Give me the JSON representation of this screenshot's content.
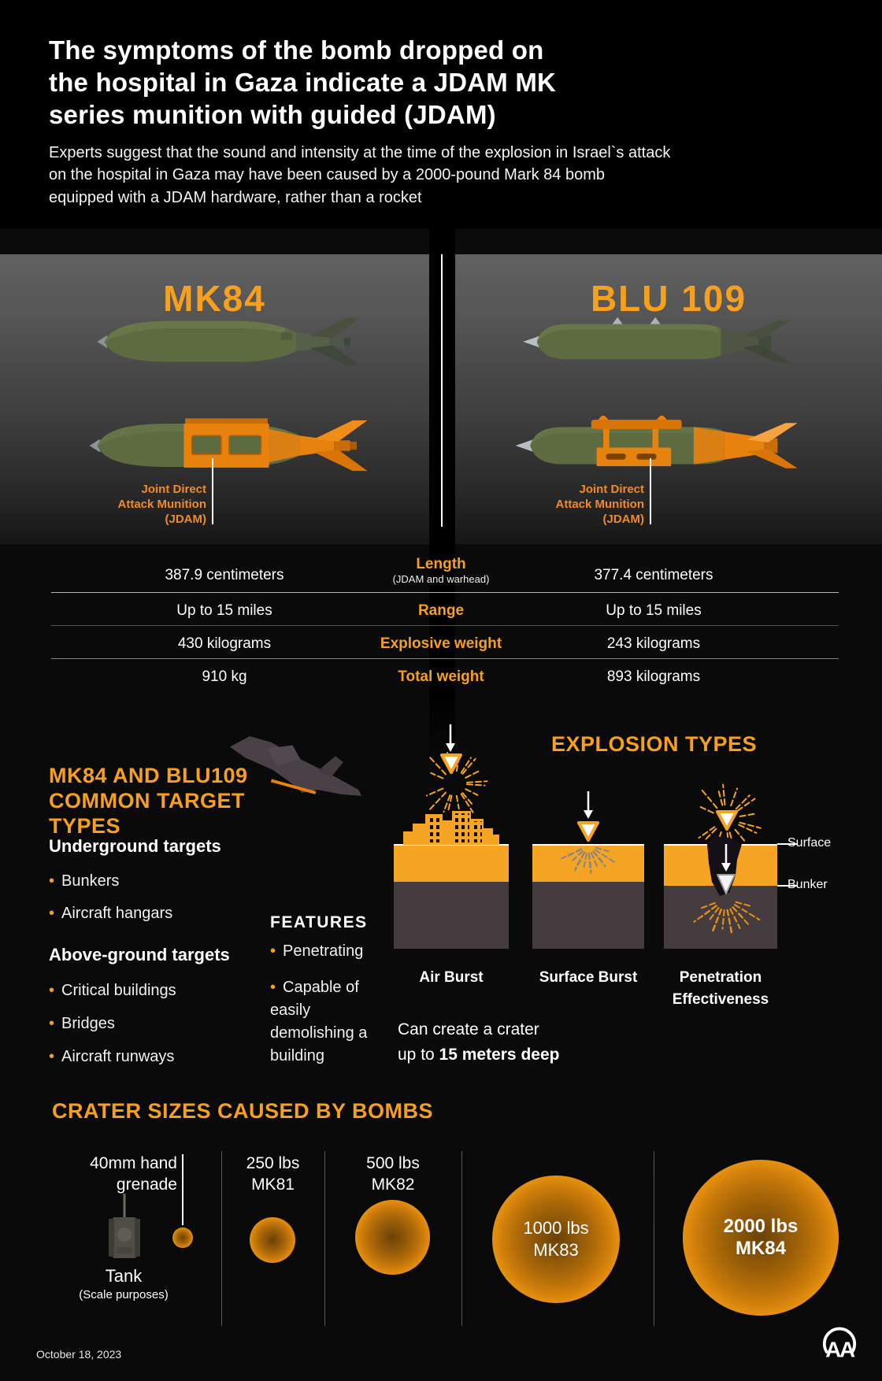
{
  "accent_color": "#F6A01E",
  "kit_orange": "#E8820E",
  "header": {
    "title": "The symptoms of the bomb dropped on the hospital in Gaza indicate a JDAM MK series munition with guided (JDAM)",
    "subtitle": "Experts suggest that the sound and intensity at the time of the explosion in Israel`s attack on the hospital in Gaza may have been caused by a 2000-pound Mark 84 bomb equipped with a JDAM hardware, rather than a rocket"
  },
  "comparison": {
    "left_title": "MK84",
    "right_title": "BLU 109",
    "jdam_label_lines": [
      "Joint Direct",
      "Attack Munition",
      "(JDAM)"
    ]
  },
  "spec_table": {
    "rows": [
      {
        "left": "387.9 centimeters",
        "label": "Length",
        "sublabel": "(JDAM and warhead)",
        "right": "377.4 centimeters"
      },
      {
        "left": "Up to 15 miles",
        "label": "Range",
        "right": "Up to 15 miles"
      },
      {
        "left": "430 kilograms",
        "label": "Explosive weight",
        "right": "243 kilograms"
      },
      {
        "left": "910 kg",
        "label": "Total weight",
        "right": "893 kilograms"
      }
    ]
  },
  "targets": {
    "heading": "MK84 AND BLU109 COMMON TARGET TYPES",
    "underground": {
      "title": "Underground targets",
      "items": [
        "Bunkers",
        "Aircraft hangars"
      ]
    },
    "above": {
      "title": "Above-ground targets",
      "items": [
        "Critical buildings",
        "Bridges",
        "Aircraft runways"
      ]
    }
  },
  "features": {
    "heading": "FEATURES",
    "items": [
      "Penetrating",
      "Capable of easily demolishing a building"
    ]
  },
  "explosions": {
    "heading": "EXPLOSION TYPES",
    "labels": [
      "Air Burst",
      "Surface Burst",
      "Penetration Effectiveness"
    ],
    "surface": "Surface",
    "bunker": "Bunker",
    "note_line1": "Can create a crater",
    "note_line2_prefix": "up to ",
    "note_bold": "15 meters deep"
  },
  "craters": {
    "heading": "CRATER SIZES CAUSED BY BOMBS",
    "grenade": {
      "l1": "40mm hand",
      "l2": "grenade"
    },
    "tank_label": "Tank",
    "tank_sub": "(Scale purposes)",
    "items": [
      {
        "l1": "250 lbs",
        "l2": "MK81"
      },
      {
        "l1": "500 lbs",
        "l2": "MK82"
      },
      {
        "l1": "1000 lbs",
        "l2": "MK83"
      },
      {
        "l1": "2000 lbs",
        "l2": "MK84"
      }
    ]
  },
  "footer": {
    "date": "October 18, 2023",
    "logo": "AA"
  }
}
